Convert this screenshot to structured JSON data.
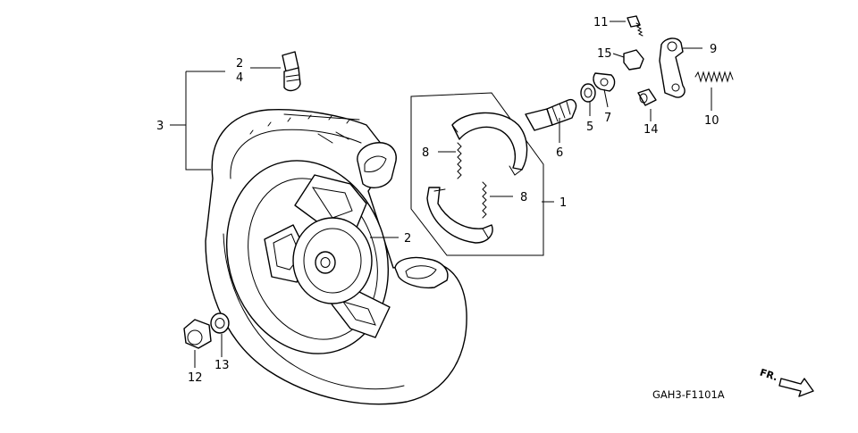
{
  "figure_code": "GAH3-F1101A",
  "direction_label": "FR.",
  "callouts": [
    {
      "id": "ref-2-valve",
      "text": "2"
    },
    {
      "id": "ref-4",
      "text": "4"
    },
    {
      "id": "ref-3",
      "text": "3"
    },
    {
      "id": "ref-2-rim",
      "text": "2"
    },
    {
      "id": "ref-8-upper",
      "text": "8"
    },
    {
      "id": "ref-8-lower",
      "text": "8"
    },
    {
      "id": "ref-1",
      "text": "1"
    },
    {
      "id": "ref-6",
      "text": "6"
    },
    {
      "id": "ref-5",
      "text": "5"
    },
    {
      "id": "ref-7",
      "text": "7"
    },
    {
      "id": "ref-11",
      "text": "11"
    },
    {
      "id": "ref-15",
      "text": "15"
    },
    {
      "id": "ref-9",
      "text": "9"
    },
    {
      "id": "ref-14",
      "text": "14"
    },
    {
      "id": "ref-10",
      "text": "10"
    },
    {
      "id": "ref-12",
      "text": "12"
    },
    {
      "id": "ref-13",
      "text": "13"
    }
  ]
}
